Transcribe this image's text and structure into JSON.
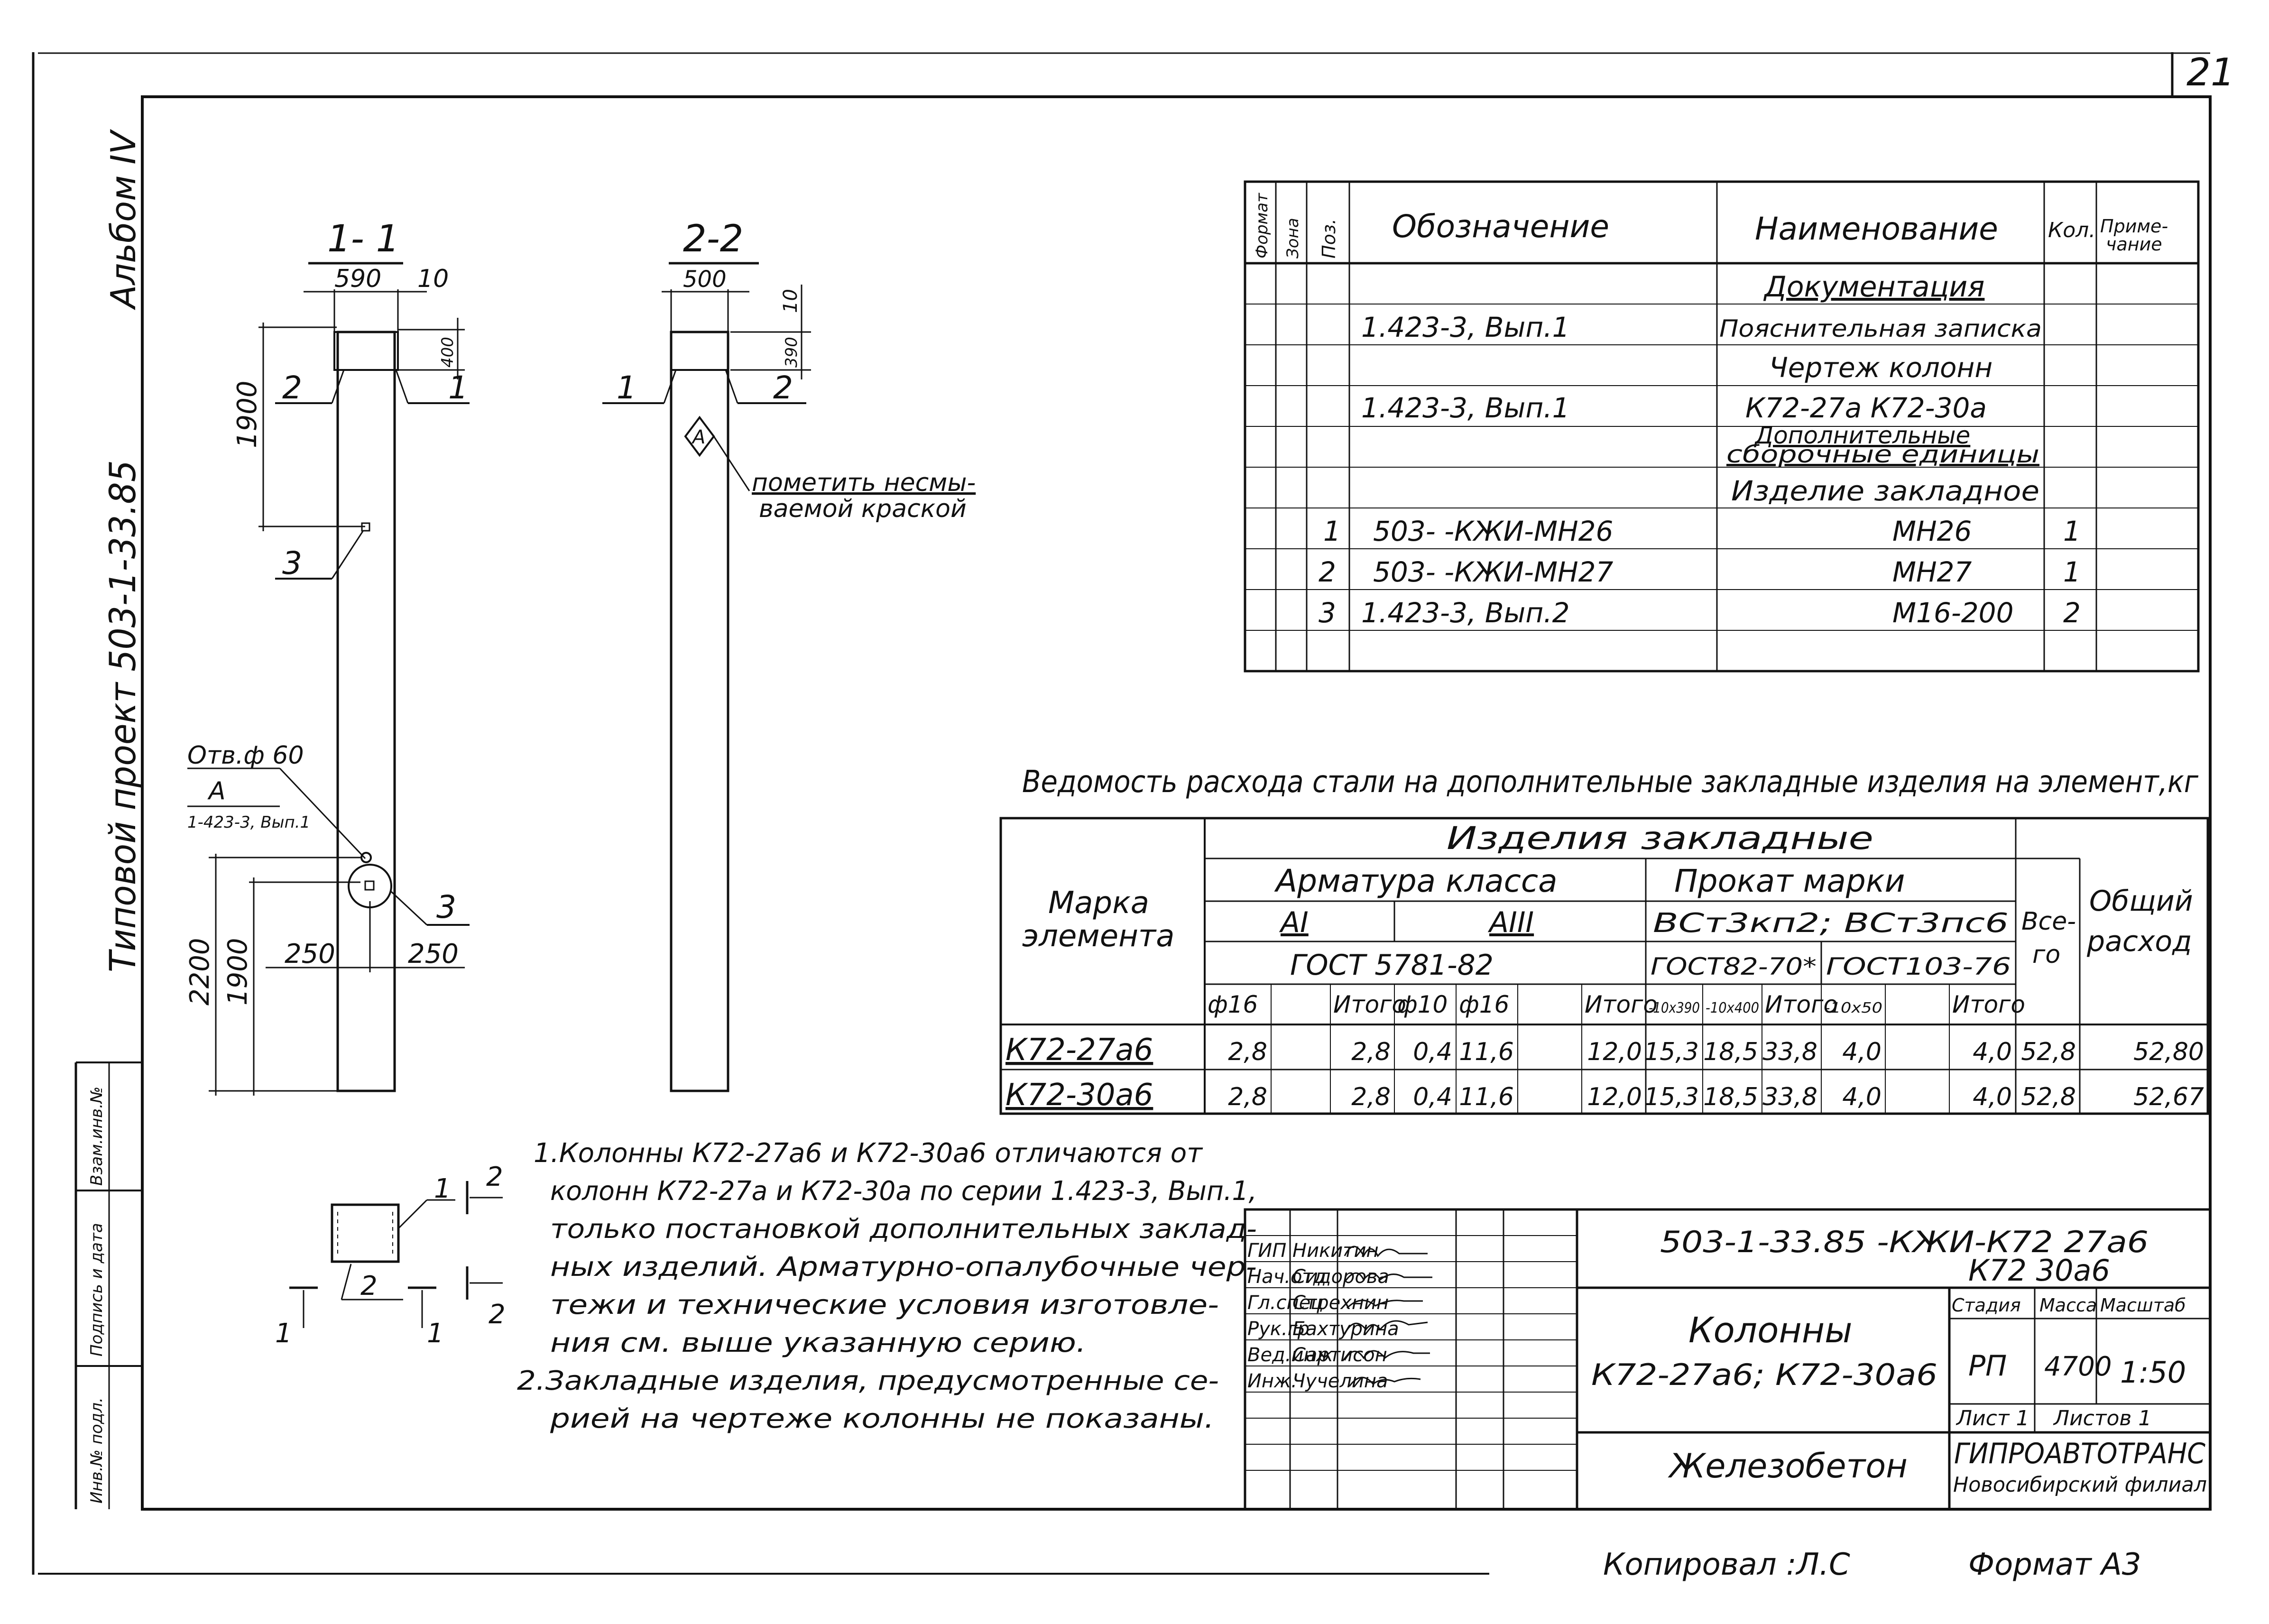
{
  "sheet": {
    "page_number": "21",
    "album": "Альбом IV",
    "side_title": "Типовой проект 503-1-33.85",
    "copied_by": "Копировал :Л.С",
    "format": "Формат А3",
    "left_strip_labels": [
      "Инв.№ подл.",
      "Подпись и дата",
      "Взам.инв.№"
    ]
  },
  "sections": {
    "sec_1_1": {
      "title": "1- 1",
      "dim_width": "590",
      "dim_top": "10",
      "dim_cap": "400",
      "dim_1900_top": "1900",
      "dim_2200": "2200",
      "dim_1900_bot": "1900",
      "dim_250_left": "250",
      "dim_250_right": "250",
      "callout_1": "1",
      "callout_2": "2",
      "callout_3_top": "3",
      "callout_3_bot": "3",
      "hole_label": "Отв.ф 60",
      "detail_label": "А",
      "detail_ref": "1-423-3, Вып.1"
    },
    "sec_2_2": {
      "title": "2-2",
      "dim_width": "500",
      "dim_top": "10",
      "dim_cap": "390",
      "callout_1": "1",
      "callout_2": "2",
      "marker": "А",
      "note": [
        "пометить несмы-",
        "ваемой краской"
      ]
    }
  },
  "spec_table": {
    "headers": [
      "Формат",
      "Зона",
      "Поз.",
      "Обозначение",
      "Наименование",
      "Кол.",
      "Приме-\nчание"
    ],
    "rows": [
      {
        "pos": "",
        "designation": "",
        "name": "Документация",
        "qty": "",
        "underline": true
      },
      {
        "pos": "",
        "designation": "1.423-3, Вып.1",
        "name": "Пояснительная записка",
        "qty": ""
      },
      {
        "pos": "",
        "designation": "",
        "name": "Чертеж колонн",
        "qty": ""
      },
      {
        "pos": "",
        "designation": "1.423-3, Вып.1",
        "name": "К72-27а К72-30а",
        "qty": ""
      },
      {
        "pos": "",
        "designation": "",
        "name": "Дополнительные\nсборочные единицы",
        "qty": "",
        "underline": true
      },
      {
        "pos": "",
        "designation": "",
        "name": "Изделие закладное",
        "qty": ""
      },
      {
        "pos": "1",
        "designation": "503- -КЖИ-МН26",
        "name": "МН26",
        "qty": "1"
      },
      {
        "pos": "2",
        "designation": "503- -КЖИ-МН27",
        "name": "МН27",
        "qty": "1"
      },
      {
        "pos": "3",
        "designation": "1.423-3, Вып.2",
        "name": "М16-200",
        "qty": "2"
      },
      {
        "pos": "",
        "designation": "",
        "name": "",
        "qty": ""
      }
    ]
  },
  "steel_table": {
    "title": "Ведомость расхода стали на дополнительные закладные изделия на элемент,кг",
    "col_mark": "Марка\nэлемента",
    "group_main": "Изделия закладные",
    "group_rebar": "Арматура класса",
    "group_rolled": "Прокат марки",
    "class_a1": "АI",
    "class_a3": "АIII",
    "steel_grades": "ВСт3кп2; ВСт3пс6",
    "gost_rebar": "ГОСТ 5781-82",
    "gost_rolled_1": "ГОСТ82-70*",
    "gost_rolled_2": "ГОСТ103-76",
    "col_total": "Все-\nго",
    "col_overall": "Общий\nрасход",
    "sub_headers": [
      "ф16",
      "",
      "Итого",
      "ф10",
      "ф16",
      "",
      "Итого",
      "-10х390",
      "-10х400",
      "Итого",
      "-10х50",
      "",
      "Итого"
    ],
    "rows": [
      {
        "mark": "К72-27а6",
        "values": [
          "2,8",
          "",
          "2,8",
          "0,4",
          "11,6",
          "",
          "12,0",
          "15,3",
          "18,5",
          "33,8",
          "4,0",
          "",
          "4,0",
          "52,8",
          "52,80"
        ]
      },
      {
        "mark": "К72-30а6",
        "values": [
          "2,8",
          "",
          "2,8",
          "0,4",
          "11,6",
          "",
          "12,0",
          "15,3",
          "18,5",
          "33,8",
          "4,0",
          "",
          "4,0",
          "52,8",
          "52,67"
        ]
      }
    ]
  },
  "notes": [
    "1.Колонны К72-27а6 и К72-30а6 отличаются от",
    "колонн К72-27а и К72-30а по серии 1.423-3, Вып.1,",
    "только постановкой дополнительных заклад-",
    "ных изделий. Арматурно-опалубочные чер-",
    "тежи и технические условия изготовле-",
    "ния см. выше указанную серию.",
    "2.Закладные изделия, предусмотренные се-",
    "рией на чертеже колонны не показаны."
  ],
  "small_detail": {
    "callout_1": "1",
    "callout_2": "2",
    "section_2_top": "2",
    "section_2_bot": "2",
    "section_1_left": "1",
    "section_1_right": "1"
  },
  "title_block": {
    "designation": [
      "503-1-33.85 -КЖИ-К72 27а6",
      "К72 30а6"
    ],
    "object_title": "Колонны",
    "object_sub": "К72-27а6; К72-30а6",
    "material": "Железобетон",
    "stage_label": "Стадия",
    "mass_label": "Масса",
    "scale_label": "Масштаб",
    "stage": "РП",
    "mass": "4700",
    "scale": "1:50",
    "sheet_label": "Лист 1",
    "sheets_label": "Листов 1",
    "org": "ГИПРОАВТОТРАНС",
    "org_sub": "Новосибирский филиал",
    "roles": [
      "ГИП",
      "Нач.отд",
      "Гл.спец",
      "Рук.гр",
      "Вед.инж",
      "Инж."
    ],
    "names": [
      "Никитин",
      "Сидорова",
      "Стрехнин",
      "Бахтурина",
      "Сартисон",
      "Чучелина"
    ]
  }
}
